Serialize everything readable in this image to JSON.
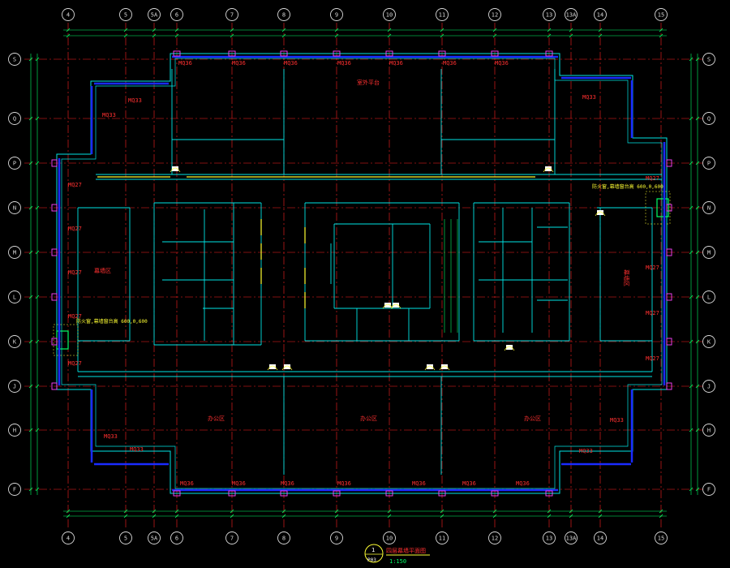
{
  "colors": {
    "background": "#000000",
    "grid_axis": "#ff2020",
    "wall": "#00e5e5",
    "window_band": "#1a2bff",
    "dimension": "#00ff66",
    "bubble": "#d8d8d8",
    "magenta": "#ff44ff",
    "yellow": "#ffff33",
    "white": "#ffffff",
    "text_red": "#ff3030",
    "text_yellow": "#ffff33"
  },
  "grid": {
    "columns": [
      "4",
      "5",
      "5A",
      "6",
      "7",
      "8",
      "9",
      "10",
      "11",
      "12",
      "13",
      "13A",
      "14",
      "15"
    ],
    "rows": [
      "S",
      "Q",
      "P",
      "N",
      "M",
      "L",
      "K",
      "J",
      "H",
      "F"
    ]
  },
  "labels": {
    "window_top": "MQ36",
    "window_bottom": "MQ36",
    "window_side": "MQ27",
    "window_corner": "MQ33",
    "room_left": "幕墙区",
    "room_right": "幕墙区",
    "room_top_center": "室外平台",
    "room_bottom_left": "办公区",
    "room_bottom_center": "办公区",
    "room_bottom_right": "办公区",
    "note_left": "防火窗,幕墙窗台高\n600,0,600",
    "note_right": "防火窗,幕墙窗台高\n600,0,600"
  },
  "title_block": {
    "number": "1",
    "sheet": "P03",
    "title": "四层幕墙平面图",
    "scale": "1:150"
  }
}
